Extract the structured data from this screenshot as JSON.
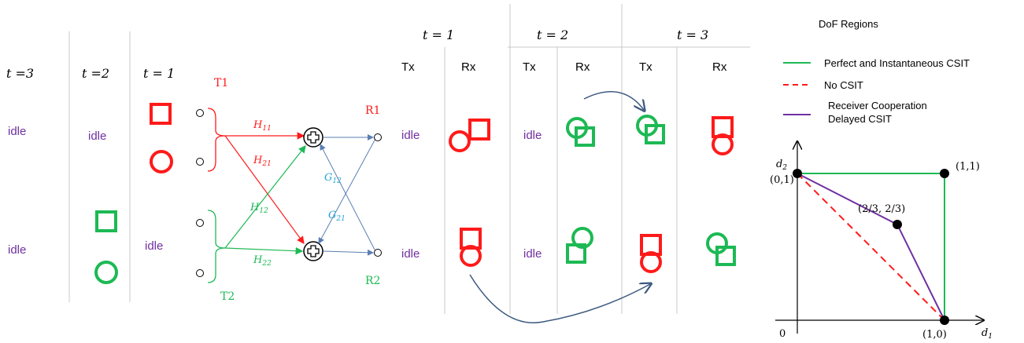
{
  "colors": {
    "red": "#ff1a1a",
    "green": "#1db954",
    "purple": "#7030a0",
    "blue": "#5b7fb3",
    "cyan": "#27a3d6",
    "separator": "#c8c8c8"
  },
  "left_diagram": {
    "time_labels": [
      "t =3",
      "t =2",
      "t = 1"
    ],
    "idle": "idle",
    "transmitters": [
      "T1",
      "T2"
    ],
    "receivers": [
      "R1",
      "R2"
    ],
    "channels": {
      "h11": {
        "base": "H",
        "sub": "11"
      },
      "h21": {
        "base": "H",
        "sub": "21"
      },
      "h12": {
        "base": "H",
        "sub": "12"
      },
      "h22": {
        "base": "H",
        "sub": "22"
      },
      "g12": {
        "base": "G",
        "sub": "12"
      },
      "g21": {
        "base": "G",
        "sub": "21"
      }
    }
  },
  "middle_diagram": {
    "time_labels": [
      "t = 1",
      "t = 2",
      "t = 3"
    ],
    "tx": "Tx",
    "rx": "Rx",
    "idle": "idle"
  },
  "dof_chart": {
    "title": "DoF Regions",
    "legend": [
      {
        "label": "Perfect and Instantaneous CSIT",
        "color": "#1db954",
        "style": "solid"
      },
      {
        "label": "No CSIT",
        "color": "#ff1a1a",
        "style": "dashed"
      },
      {
        "label": "Receiver Cooperation",
        "label2": "Delayed CSIT",
        "color": "#7030a0",
        "style": "solid"
      }
    ],
    "axes": {
      "x": {
        "base": "d",
        "sub": "1"
      },
      "y": {
        "base": "d",
        "sub": "2"
      },
      "origin": "0"
    },
    "points": [
      {
        "label": "(0,1)"
      },
      {
        "label": "(1,1)"
      },
      {
        "label": "(1,0)"
      },
      {
        "label": "(2/3, 2/3)"
      }
    ]
  }
}
